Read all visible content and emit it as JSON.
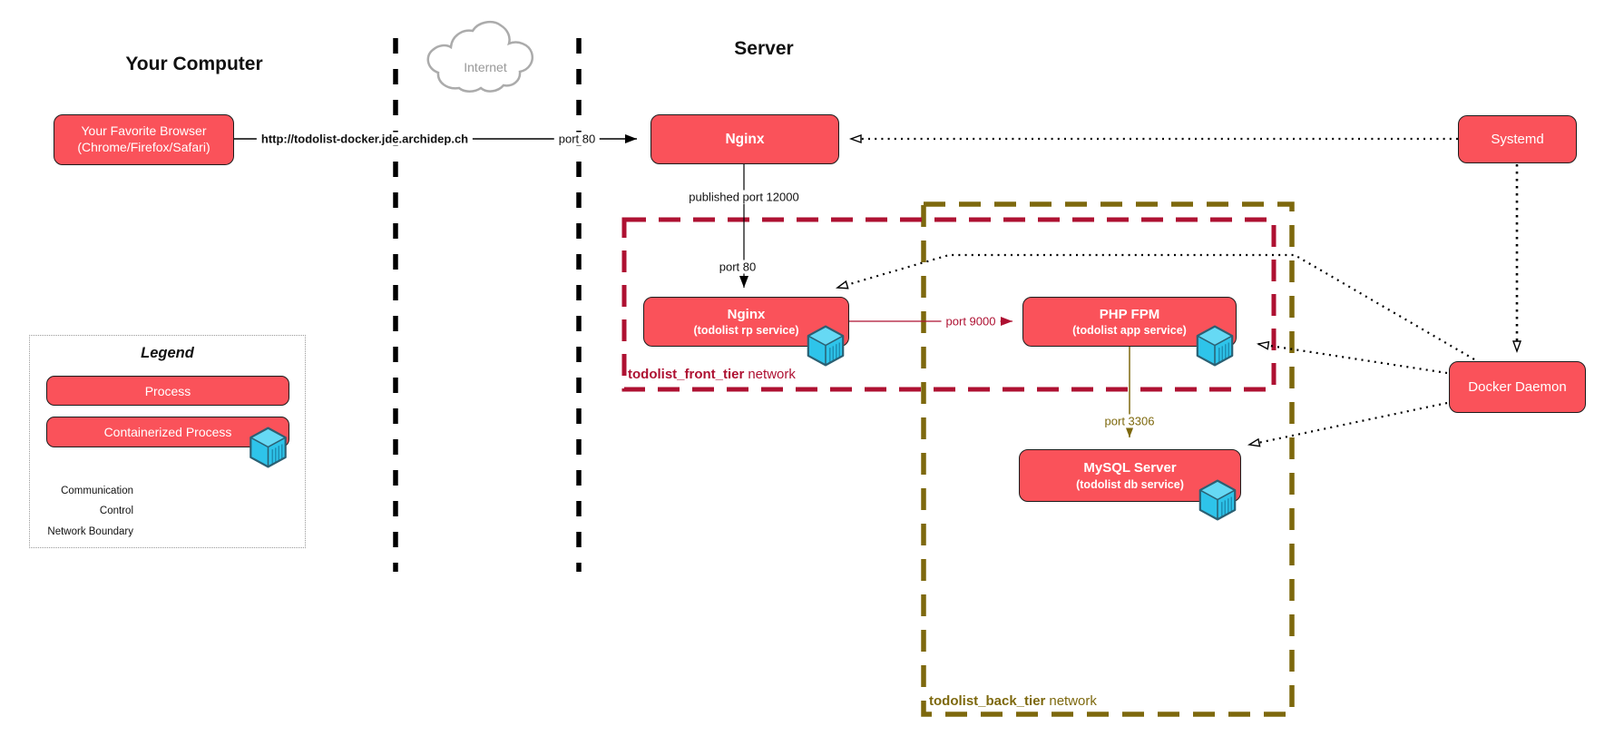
{
  "titles": {
    "your_computer": "Your Computer",
    "server": "Server",
    "internet": "Internet"
  },
  "nodes": {
    "browser": {
      "line1": "Your Favorite Browser",
      "line2": "(Chrome/Firefox/Safari)"
    },
    "nginx_top": {
      "label": "Nginx"
    },
    "systemd": {
      "label": "Systemd"
    },
    "docker_daemon": {
      "label": "Docker Daemon"
    },
    "nginx_rp": {
      "title": "Nginx",
      "subtitle": "(todolist rp service)"
    },
    "php_fpm": {
      "title": "PHP FPM",
      "subtitle": "(todolist app service)"
    },
    "mysql": {
      "title": "MySQL Server",
      "subtitle": "(todolist db service)"
    }
  },
  "edges": {
    "url_label": "http://todolist-docker.jde.archidep.ch",
    "port_80_external": "port 80",
    "published_port": "published port 12000",
    "port_80_internal": "port 80",
    "port_9000": "port 9000",
    "port_3306": "port 3306"
  },
  "networks": {
    "front_tier": {
      "name": "todolist_front_tier",
      "suffix": "network"
    },
    "back_tier": {
      "name": "todolist_back_tier",
      "suffix": "network"
    }
  },
  "legend": {
    "title": "Legend",
    "process": "Process",
    "containerized": "Containerized Process",
    "communication": "Communication",
    "control": "Control",
    "network_boundary": "Network Boundary"
  },
  "colors": {
    "process_fill": "#FA525A",
    "front_tier": "#AE1132",
    "back_tier": "#7D680D",
    "container_cyan": "#2EC4EA"
  }
}
